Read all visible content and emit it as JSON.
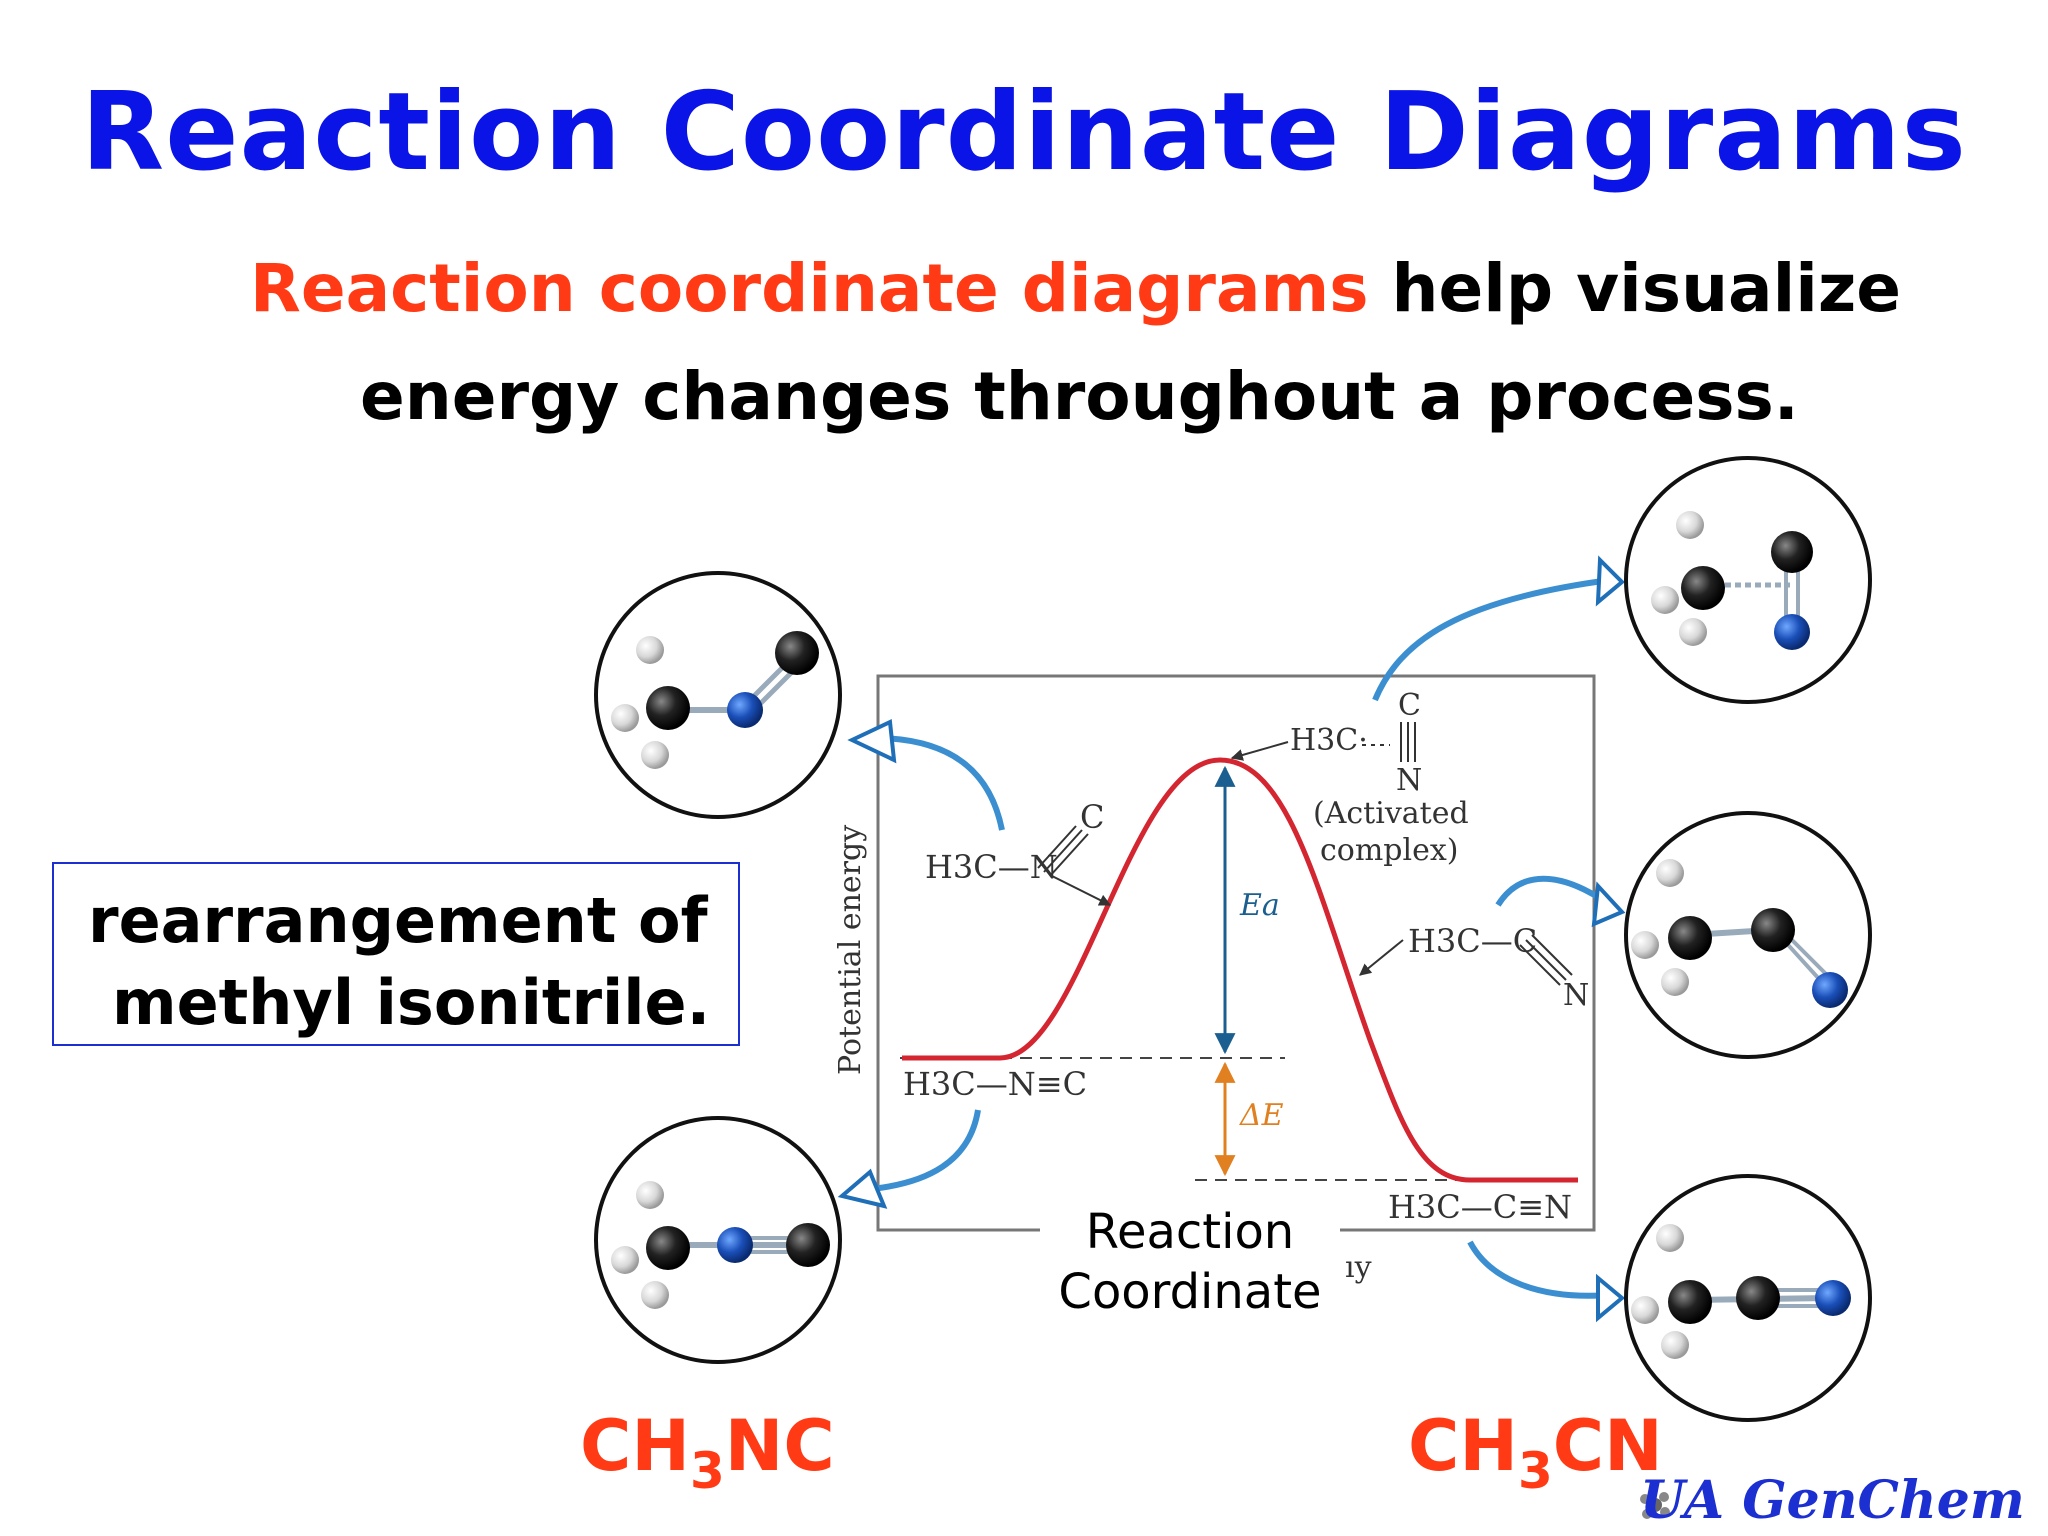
{
  "slide": {
    "title": "Reaction Coordinate Diagrams",
    "subtitle_highlight": "Reaction coordinate diagrams",
    "subtitle_rest": "help visualize",
    "subtitle_line2": "energy changes throughout a process.",
    "note_line1": "rearrangement of",
    "note_line2": "methyl isonitrile.",
    "reactant_formula": {
      "a": "CH",
      "sub": "3",
      "b": "NC"
    },
    "product_formula": {
      "a": "CH",
      "sub": "3",
      "b": "CN"
    },
    "reaction_coordinate_label_1": "Reaction",
    "reaction_coordinate_label_2": "Coordinate",
    "footer": "UA GenChem"
  },
  "diagram": {
    "y_axis_label": "Potential energy",
    "ea_label": "Ea",
    "delta_e_label": "ΔE",
    "reactant_label": "H3C—N≡C",
    "product_label": "H3C—C≡N",
    "bent_reactant_label": "H3C—N",
    "bent_reactant_c": "C",
    "activated_top_c": "C",
    "activated_h3c": "H3C·",
    "activated_n": "N",
    "activated_complex_1": "(Activated",
    "activated_complex_2": "complex)",
    "bent_product_label": "H3C—C",
    "bent_product_n": "N",
    "hidden_axis_fragment": "ıy",
    "colors": {
      "curve": "#d42630",
      "ea_arrow": "#1a5f8f",
      "delta_e_arrow": "#e08020",
      "arrow_blue": "#3b8fd0"
    }
  }
}
